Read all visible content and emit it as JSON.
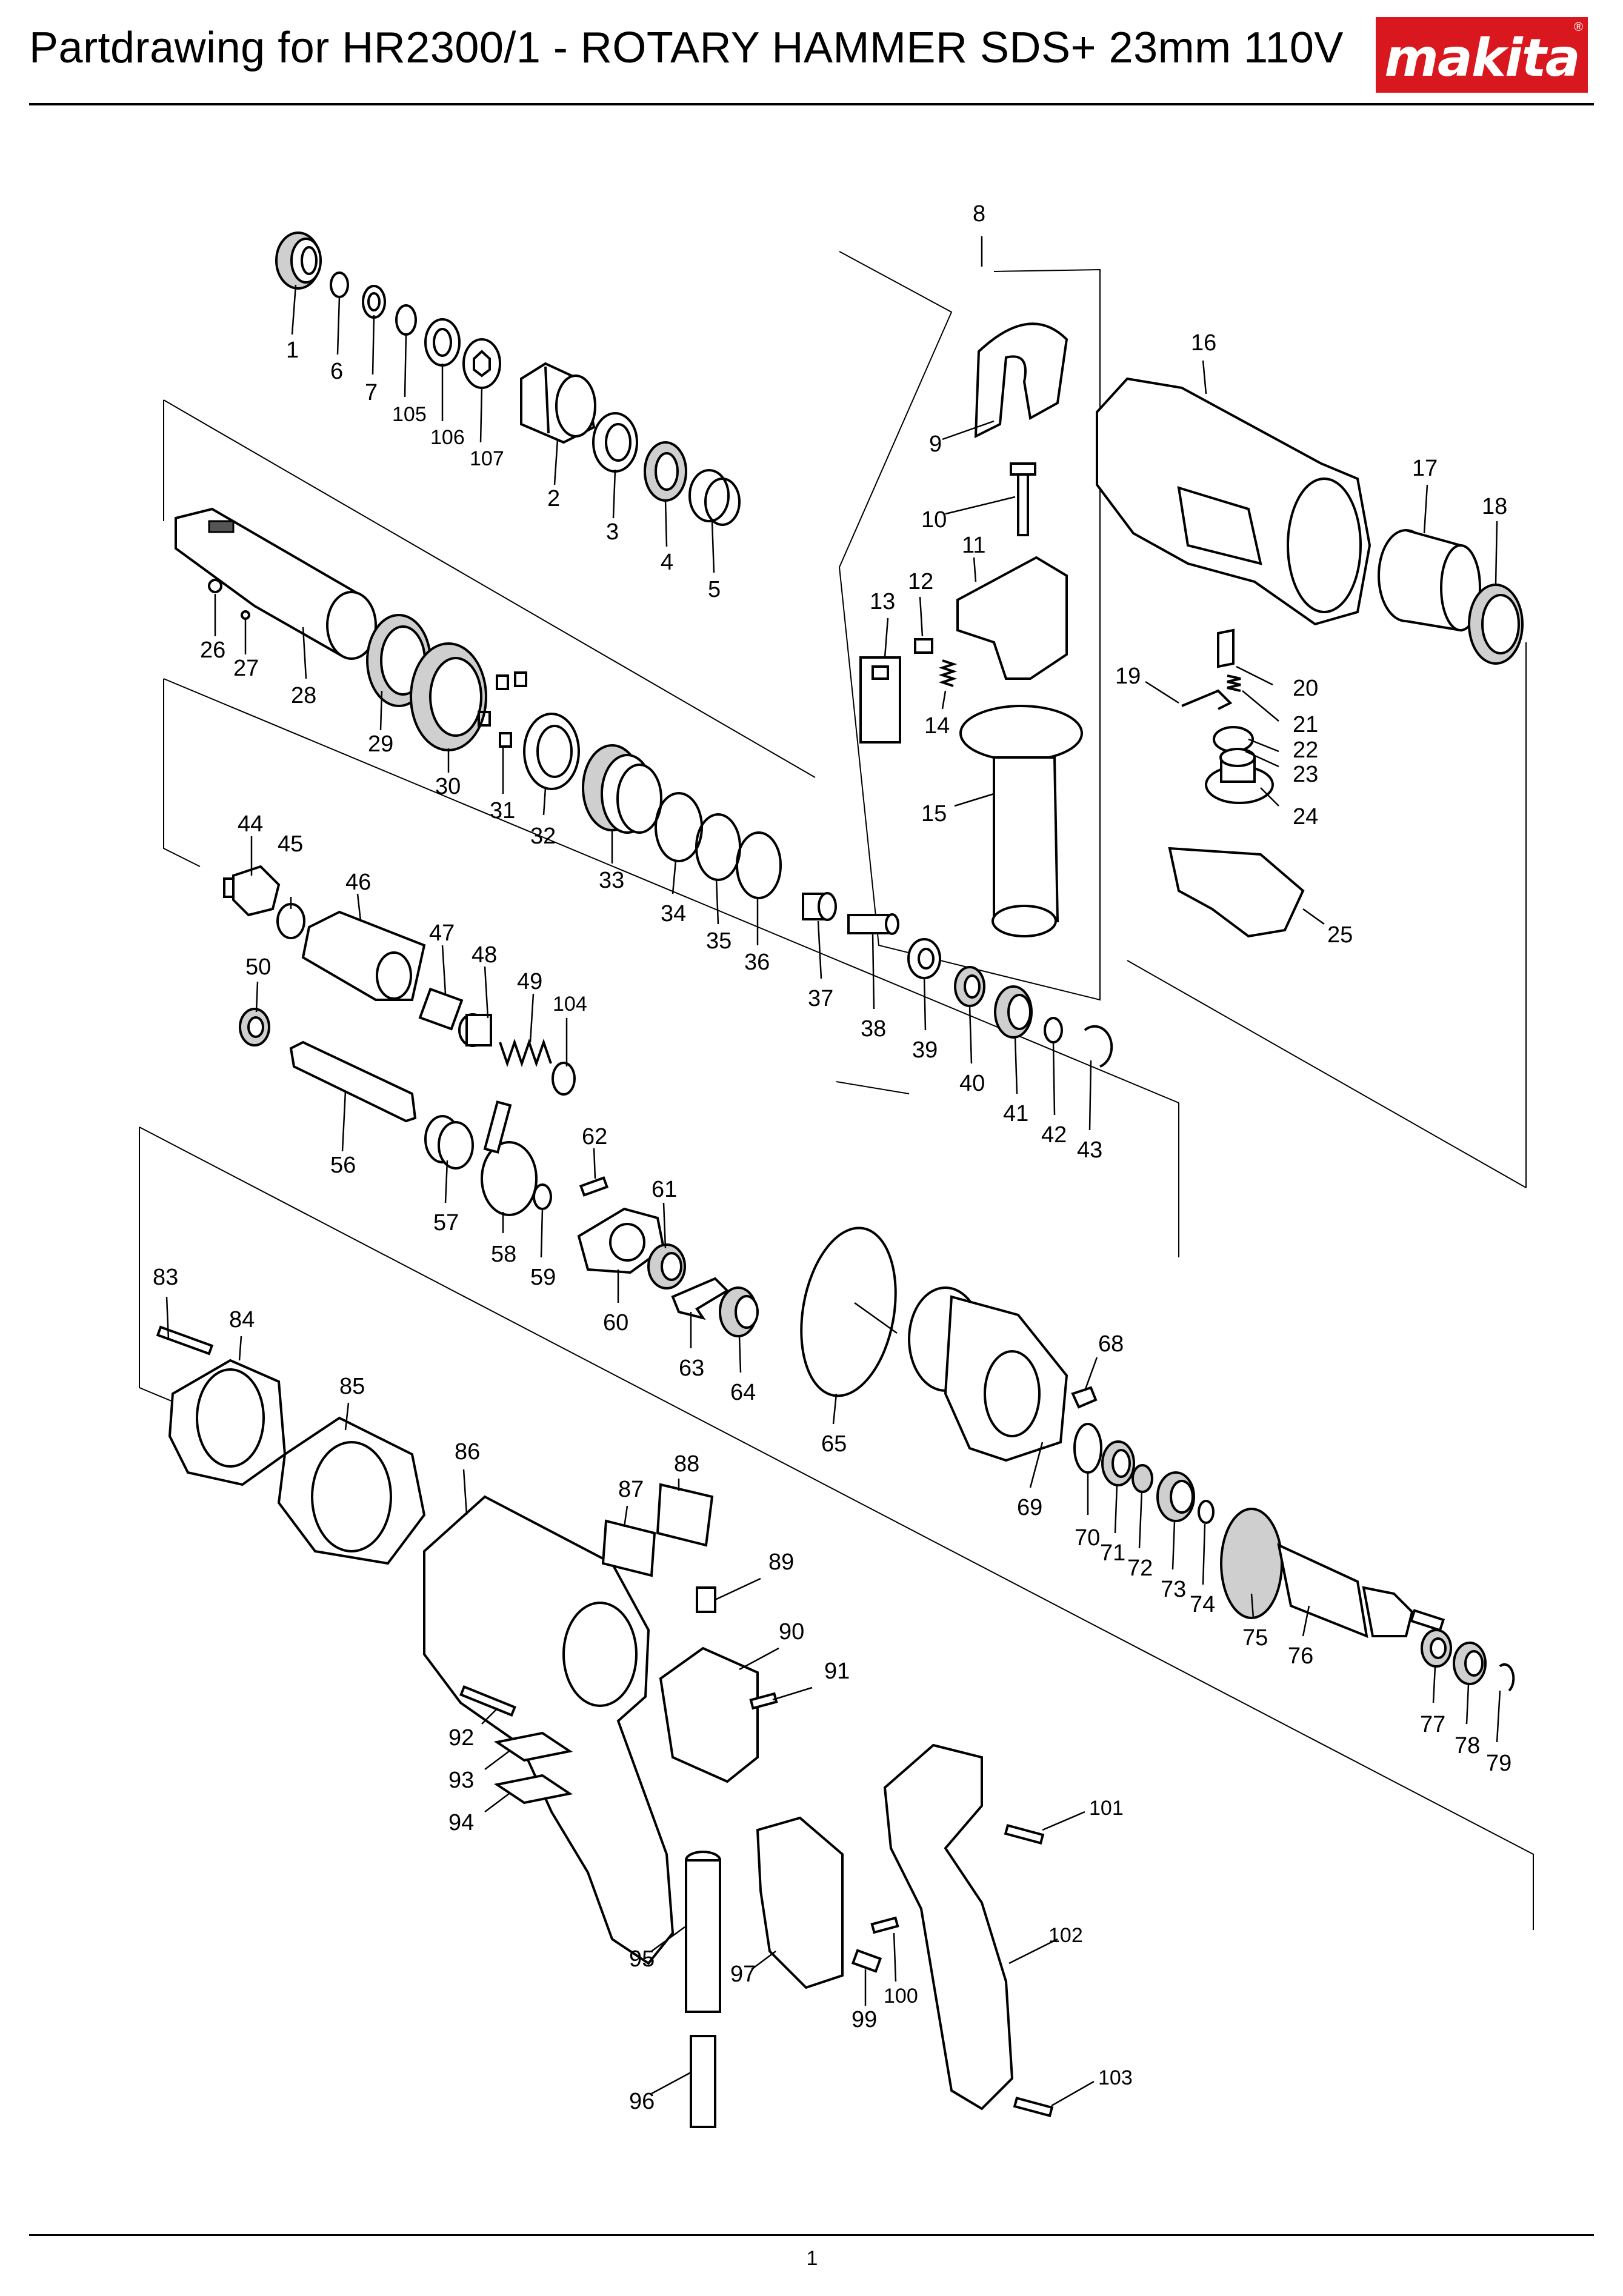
{
  "header": {
    "title": "Partdrawing for  HR2300/1 - ROTARY HAMMER SDS+ 23mm 110V",
    "logo_text": "makita",
    "logo_color": "#d9171e"
  },
  "diagram": {
    "part_labels": [
      "1",
      "2",
      "3",
      "4",
      "5",
      "6",
      "7",
      "8",
      "9",
      "10",
      "11",
      "12",
      "13",
      "14",
      "15",
      "16",
      "17",
      "18",
      "19",
      "20",
      "21",
      "22",
      "23",
      "24",
      "25",
      "26",
      "27",
      "28",
      "29",
      "30",
      "31",
      "32",
      "33",
      "34",
      "35",
      "36",
      "37",
      "38",
      "39",
      "40",
      "41",
      "42",
      "43",
      "44",
      "45",
      "46",
      "47",
      "48",
      "49",
      "50",
      "56",
      "57",
      "58",
      "59",
      "60",
      "61",
      "62",
      "63",
      "64",
      "65",
      "68",
      "69",
      "70",
      "71",
      "72",
      "73",
      "74",
      "75",
      "76",
      "77",
      "78",
      "79",
      "83",
      "84",
      "85",
      "86",
      "87",
      "88",
      "89",
      "90",
      "91",
      "92",
      "93",
      "94",
      "95",
      "96",
      "97",
      "99",
      "100",
      "101",
      "102",
      "103",
      "104",
      "105",
      "106",
      "107"
    ]
  },
  "footer": {
    "page_number": "1"
  }
}
